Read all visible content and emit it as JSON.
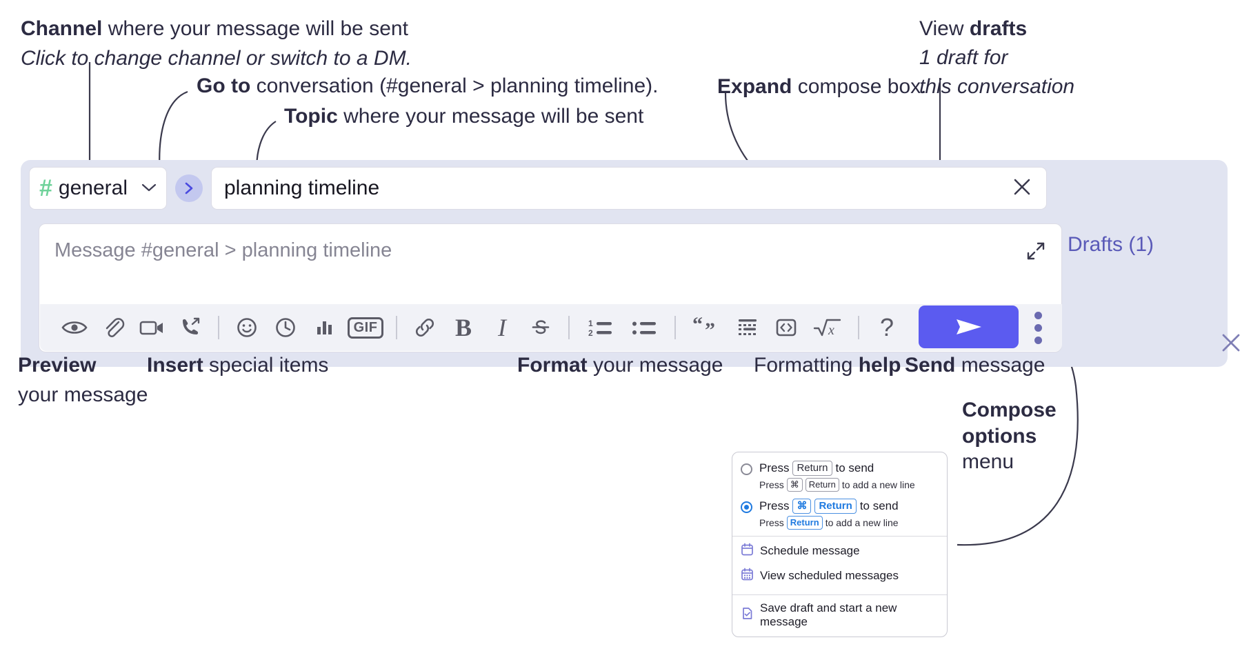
{
  "annotations": {
    "channel": {
      "line1_bold": "Channel",
      "line1_rest": " where your message will be sent",
      "line2_italic": "Click to change channel or switch to a DM."
    },
    "goto": {
      "bold": "Go to",
      "rest": " conversation (#general > planning timeline)."
    },
    "topic": {
      "bold": "Topic",
      "rest": " where your message will be sent"
    },
    "expand": {
      "bold": "Expand",
      "rest": " compose box."
    },
    "drafts": {
      "line1_plain": "View ",
      "line1_bold": "drafts",
      "line2_italic": "1 draft for",
      "line3_italic": "this conversation"
    },
    "preview": {
      "line1_bold": "Preview",
      "line2": "your message"
    },
    "insert": {
      "bold": "Insert",
      "rest": " special items"
    },
    "format": {
      "bold": "Format",
      "rest": " your message"
    },
    "formatting_help": {
      "plain": "Formatting ",
      "bold": "help"
    },
    "send": {
      "bold": "Send",
      "rest": " message"
    },
    "compose_options": {
      "line1_bold": "Compose",
      "line2_bold": "options",
      "line3": "menu"
    }
  },
  "compose": {
    "channel": {
      "hash": "#",
      "name": "general",
      "chevron": "chevron-down"
    },
    "goto_button": "goto-conversation",
    "topic": {
      "value": "planning timeline",
      "clear": "close-icon"
    },
    "message": {
      "placeholder": "Message #general > planning timeline"
    },
    "expand": "expand-icon",
    "panel_close": "close-icon",
    "drafts_label": "Drafts (1)",
    "send_button": "send-icon",
    "options_button": "kebab-menu",
    "toolbar": [
      {
        "name": "preview-icon",
        "kind": "icon",
        "label": "Preview"
      },
      {
        "name": "attachment-icon",
        "kind": "icon",
        "label": "Attach file"
      },
      {
        "name": "video-icon",
        "kind": "icon",
        "label": "Video clip"
      },
      {
        "name": "audio-call-icon",
        "kind": "icon",
        "label": "Audio clip"
      },
      {
        "name": "separator",
        "kind": "sep",
        "label": ""
      },
      {
        "name": "emoji-icon",
        "kind": "icon",
        "label": "Emoji"
      },
      {
        "name": "clock-icon",
        "kind": "icon",
        "label": "Reminder"
      },
      {
        "name": "poll-icon",
        "kind": "icon",
        "label": "Poll"
      },
      {
        "name": "gif-icon",
        "kind": "text",
        "label": "GIF"
      },
      {
        "name": "separator",
        "kind": "sep",
        "label": ""
      },
      {
        "name": "link-icon",
        "kind": "icon",
        "label": "Link"
      },
      {
        "name": "bold-icon",
        "kind": "text",
        "label": "B"
      },
      {
        "name": "italic-icon",
        "kind": "text",
        "label": "I"
      },
      {
        "name": "strikethrough-icon",
        "kind": "icon",
        "label": "Strikethrough"
      },
      {
        "name": "separator",
        "kind": "sep",
        "label": ""
      },
      {
        "name": "ordered-list-icon",
        "kind": "icon",
        "label": "Ordered list"
      },
      {
        "name": "bulleted-list-icon",
        "kind": "icon",
        "label": "Bulleted list"
      },
      {
        "name": "separator",
        "kind": "sep",
        "label": ""
      },
      {
        "name": "blockquote-icon",
        "kind": "icon",
        "label": "Blockquote"
      },
      {
        "name": "code-block-icon",
        "kind": "icon",
        "label": "Code block"
      },
      {
        "name": "inline-code-icon",
        "kind": "icon",
        "label": "Code"
      },
      {
        "name": "math-icon",
        "kind": "icon",
        "label": "Math"
      },
      {
        "name": "separator",
        "kind": "sep",
        "label": ""
      },
      {
        "name": "help-icon",
        "kind": "text",
        "label": "?"
      }
    ]
  },
  "popup": {
    "options": [
      {
        "selected": false,
        "main": {
          "press": "Press",
          "keys": [
            "Return"
          ],
          "tail": "to send"
        },
        "sub": {
          "press": "Press",
          "keys": [
            "⌘",
            "Return"
          ],
          "tail": "to add a new line"
        }
      },
      {
        "selected": true,
        "main": {
          "press": "Press",
          "keys": [
            "⌘",
            "Return"
          ],
          "tail": "to send"
        },
        "sub": {
          "press": "Press",
          "keys": [
            "Return"
          ],
          "tail": "to add a new line"
        }
      }
    ],
    "items": [
      {
        "icon": "calendar-icon",
        "label": "Schedule message"
      },
      {
        "icon": "calendar-grid-icon",
        "label": "View scheduled messages"
      },
      {
        "icon": "save-draft-icon",
        "label": "Save draft and start a new message"
      }
    ]
  },
  "colors": {
    "panel_bg": "#e1e4f1",
    "accent_purple": "#5b5bf0",
    "drafts_text": "#5a5ab8",
    "hash_green": "#6fd29a",
    "goto_bg": "#c3c8ef",
    "toolbar_bg": "#f1f2f7",
    "key_blue": "#1f7ae0",
    "menu_icon_purple": "#7b7bd6"
  }
}
